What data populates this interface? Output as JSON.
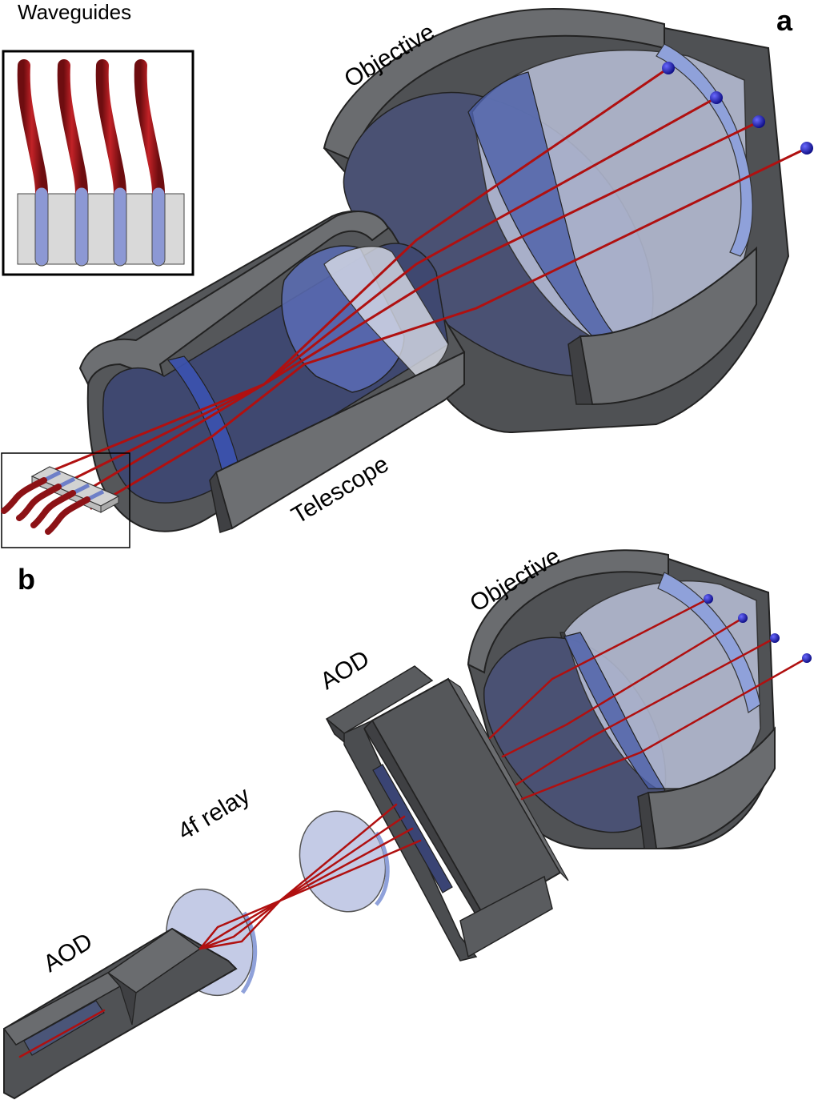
{
  "panels": {
    "a": {
      "label": "a",
      "labels": {
        "waveguides": "Waveguides",
        "objective": "Objective",
        "telescope": "Telescope"
      }
    },
    "b": {
      "label": "b",
      "labels": {
        "objective": "Objective",
        "aod_upper": "AOD",
        "relay": "4f relay",
        "aod_lower": "AOD"
      }
    }
  },
  "colors": {
    "housing": "#5a5c5f",
    "housing_dark": "#3f4043",
    "housing_light": "#77797c",
    "glass": "#5b6fb8",
    "glass_light": "#9fb0df",
    "glass_pale": "#c4cbe6",
    "beam": "#b01010",
    "fiber": "#a3171b",
    "spot": "#1a1ab8",
    "chip": "#d9d9d9"
  },
  "icons": [
    "fiber-icon",
    "lens-icon",
    "focal-spot-icon"
  ]
}
